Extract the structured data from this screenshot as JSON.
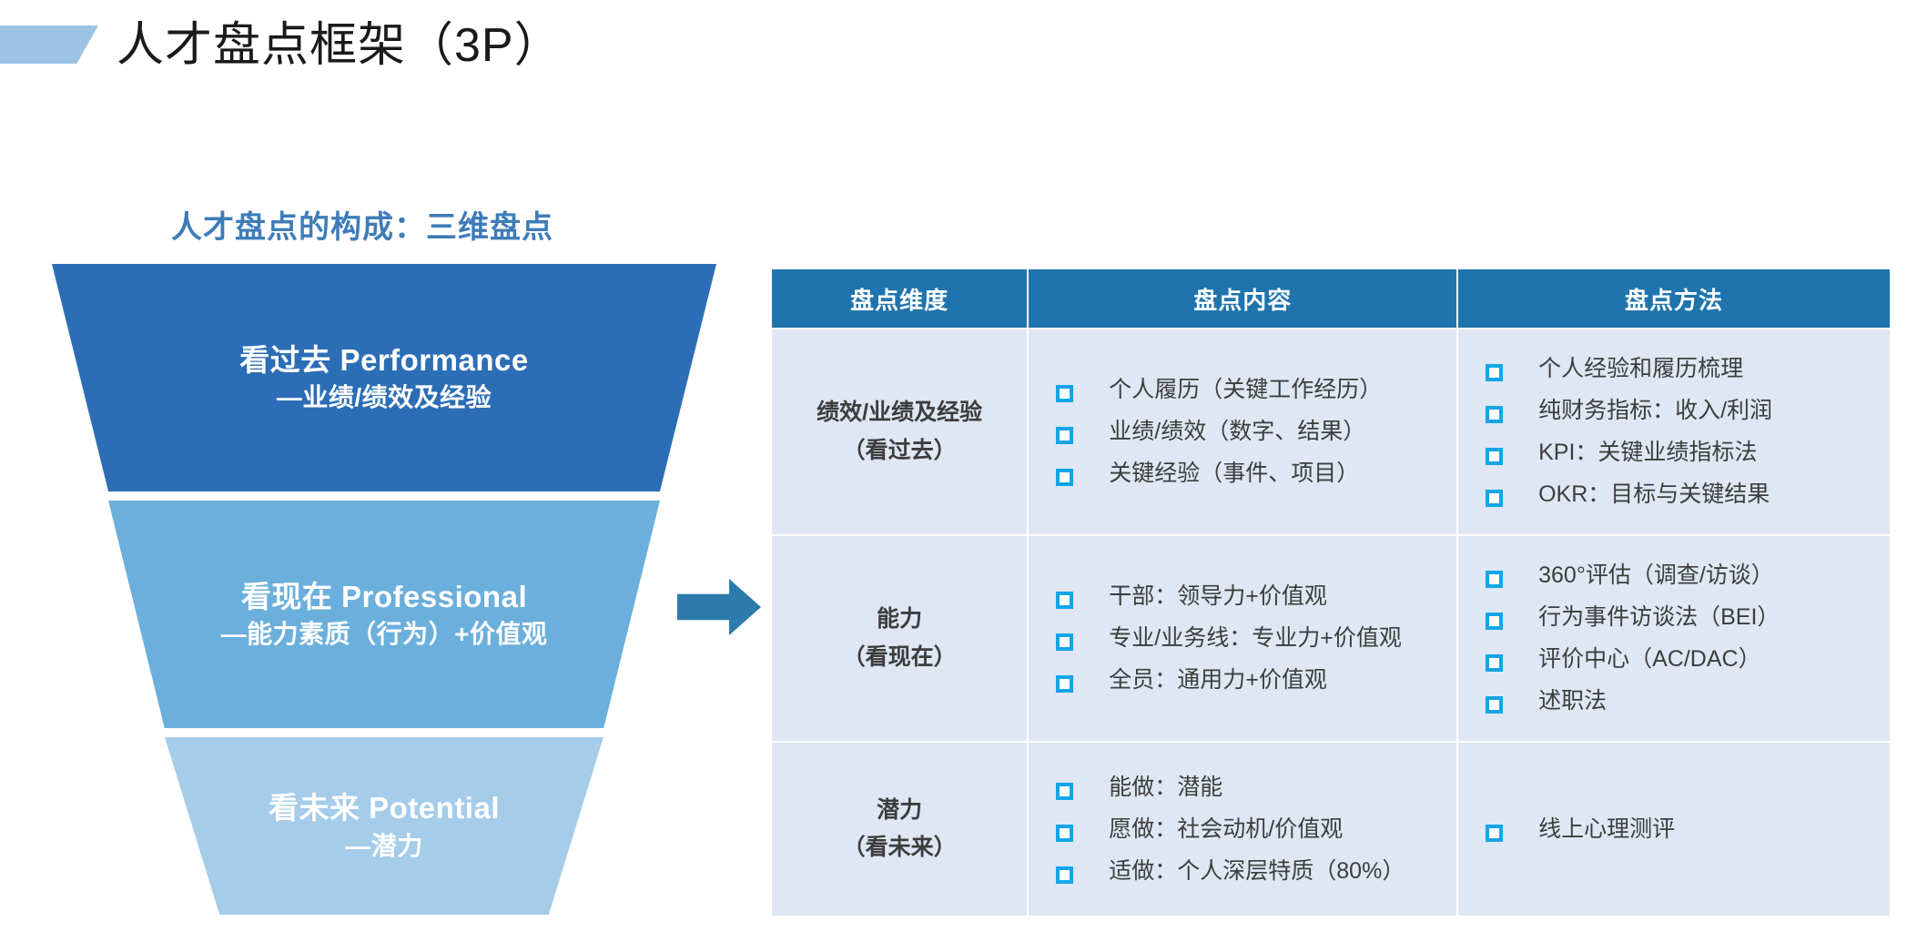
{
  "title": {
    "text": "人才盘点框架（3P）",
    "accent_color": "#9BC4E4"
  },
  "left_panel": {
    "subtitle": "人才盘点的构成：三维盘点",
    "subtitle_color": "#3E7CB8",
    "funnel": {
      "segments": [
        {
          "main": "看过去 Performance",
          "sub": "—业绩/绩效及经验",
          "color": "#2C6EB5"
        },
        {
          "main": "看现在 Professional",
          "sub": "—能力素质（行为）+价值观",
          "color": "#6BAFDC"
        },
        {
          "main": "看未来 Potential",
          "sub": "—潜力",
          "color": "#A5CCE9"
        }
      ]
    },
    "arrow": {
      "icon": "arrow-right-icon",
      "color": "#2B7CAC"
    }
  },
  "table": {
    "header_color": "#1F74AD",
    "cell_color": "#DEE7F3",
    "bullet_color": "#14A5E8",
    "columns": [
      "盘点维度",
      "盘点内容",
      "盘点方法"
    ],
    "rows": [
      {
        "dimension_line1": "绩效/业绩及经验",
        "dimension_line2": "（看过去）",
        "content": [
          "个人履历（关键工作经历）",
          "业绩/绩效（数字、结果）",
          "关键经验（事件、项目）"
        ],
        "method": [
          "个人经验和履历梳理",
          "纯财务指标：收入/利润",
          "KPI：关键业绩指标法",
          "OKR：目标与关键结果"
        ]
      },
      {
        "dimension_line1": "能力",
        "dimension_line2": "（看现在）",
        "content": [
          "干部：领导力+价值观",
          "专业/业务线：专业力+价值观",
          "全员：通用力+价值观"
        ],
        "method": [
          "360°评估（调查/访谈）",
          "行为事件访谈法（BEI）",
          "评价中心（AC/DAC）",
          "述职法"
        ]
      },
      {
        "dimension_line1": "潜力",
        "dimension_line2": "（看未来）",
        "content": [
          "能做：潜能",
          "愿做：社会动机/价值观",
          "适做：个人深层特质（80%）"
        ],
        "method": [
          "线上心理测评"
        ]
      }
    ]
  }
}
